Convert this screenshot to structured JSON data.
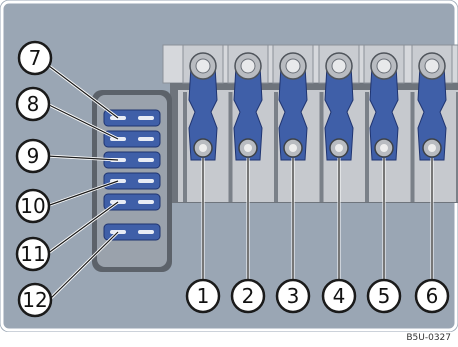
{
  "figure": {
    "code": "B5U-0327",
    "colors": {
      "background": "#9aa6b4",
      "frame_border": "#ffffff",
      "housing": "#d9dbdf",
      "housing_shadow": "#7d838b",
      "fuse_blue": "#3f5fa8",
      "fuse_blue_dark": "#1f3470",
      "callout_fill": "#ffffff",
      "callout_stroke": "#1a1a1a"
    },
    "callouts_upright_fuses": [
      "1",
      "2",
      "3",
      "4",
      "5",
      "6"
    ],
    "callouts_blade_fuses": [
      "7",
      "8",
      "9",
      "10",
      "11",
      "12"
    ]
  }
}
